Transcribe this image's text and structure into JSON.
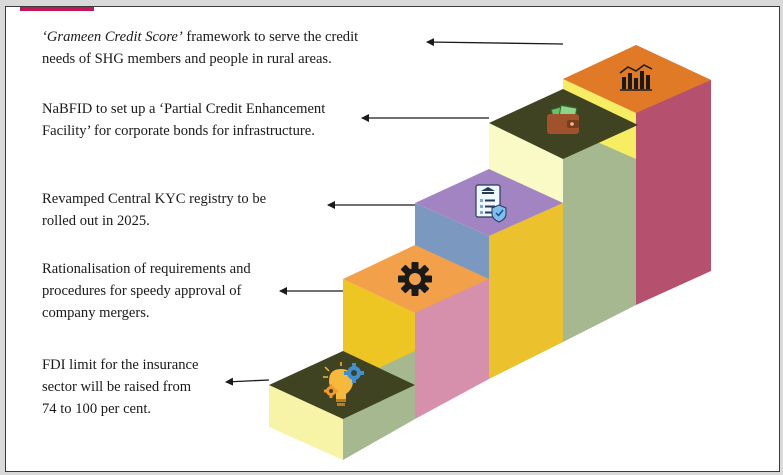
{
  "steps": [
    {
      "id": "step-1",
      "icon": "lightbulb-gears-icon",
      "lines": [
        "FDI limit for the insurance",
        "sector will be raised from",
        "74 to 100 per cent."
      ]
    },
    {
      "id": "step-2",
      "icon": "gear-icon",
      "lines": [
        "Rationalisation of requirements and",
        "procedures for speedy approval of",
        "company mergers."
      ]
    },
    {
      "id": "step-3",
      "icon": "bank-checklist-shield-icon",
      "lines": [
        "Revamped Central KYC registry to be",
        "rolled out in 2025."
      ]
    },
    {
      "id": "step-4",
      "icon": "wallet-money-icon",
      "lines": [
        "NaBFID to set up a ‘Partial Credit Enhancement",
        "Facility’ for corporate bonds for infrastructure."
      ]
    },
    {
      "id": "step-5",
      "icon": "bar-chart-trend-icon",
      "lines_emph": "‘Grameen Credit Score’",
      "lines_rest": " framework to serve the credit",
      "line2": "needs of SHG members and people in rural areas."
    }
  ],
  "colors": {
    "step1": {
      "top": "#3f4322",
      "front": "#f7f3a7",
      "side": "#a5b88f"
    },
    "step2": {
      "top": "#f2a04a",
      "front": "#edc623",
      "side": "#d790ab"
    },
    "step3": {
      "top": "#a284c3",
      "front": "#7b98c1",
      "side": "#ecc12e"
    },
    "step4": {
      "top": "#3f4322",
      "front": "#fafac6",
      "side": "#a5b88f"
    },
    "step5": {
      "top": "#e07a27",
      "front": "#f7ed63",
      "side": "#b5506f"
    }
  }
}
